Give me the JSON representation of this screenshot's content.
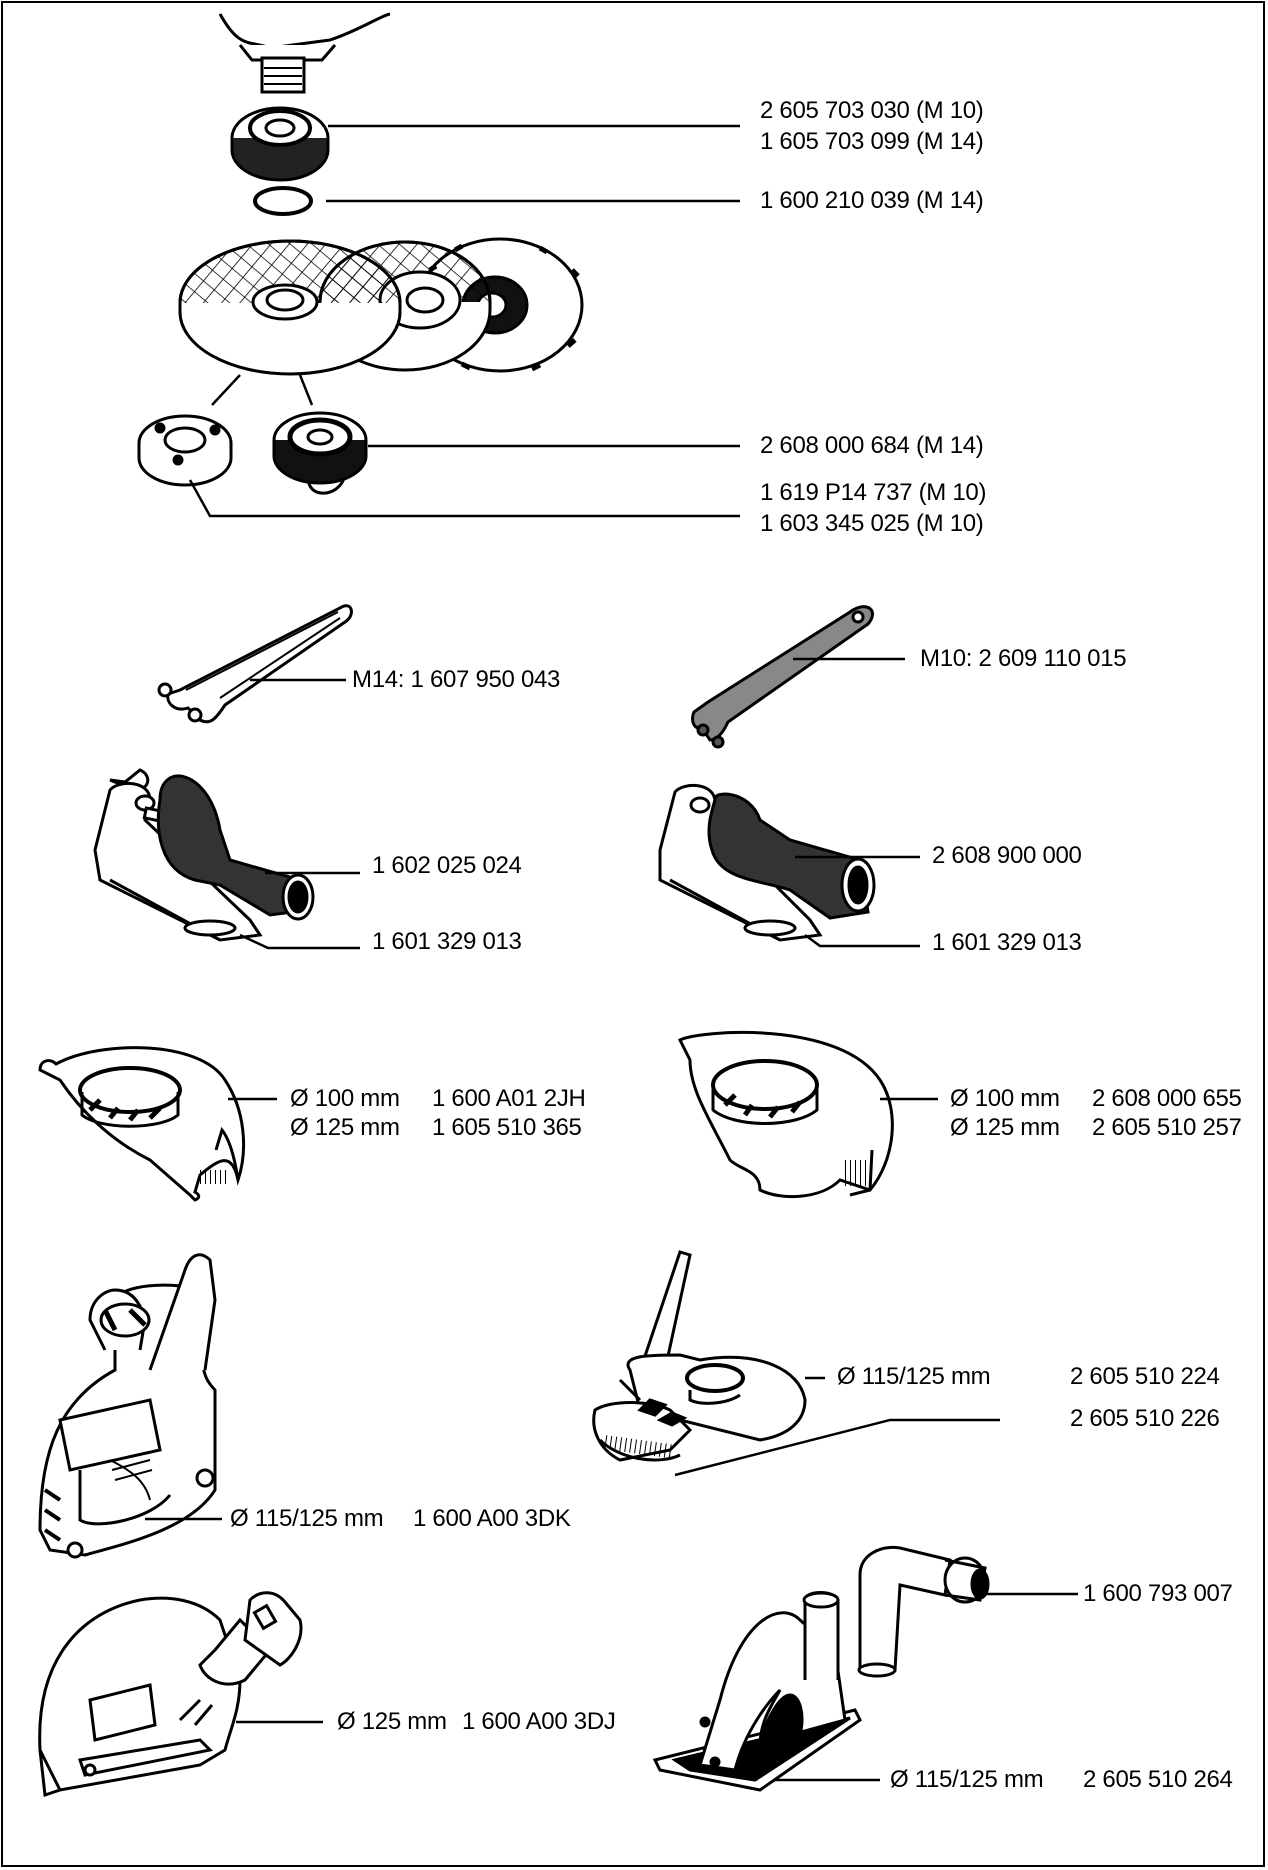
{
  "labels": {
    "flange_m10": "2 605 703 030 (M 10)",
    "flange_m14": "1 605 703 099 (M 14)",
    "oring": "1 600 210 039 (M 14)",
    "clamp_nut": "2 608 000 684 (M 14)",
    "nut_m10_a": "1 619 P14 737 (M 10)",
    "nut_m10_b": "1 603 345 025 (M 10)",
    "spanner_m14": "M14: 1 607 950 043",
    "spanner_m10": "M10: 2 609 110 015",
    "handle_left": "1 602 025 024",
    "bracket_left": "1 601 329 013",
    "handle_right": "2 608 900 000",
    "bracket_right": "1 601 329 013",
    "guard_left_d1": "Ø 100 mm",
    "guard_left_p1": "1 600 A01 2JH",
    "guard_left_d2": "Ø 125 mm",
    "guard_left_p2": "1 605 510 365",
    "guard_right_d1": "Ø 100 mm",
    "guard_right_p1": "2 608 000 655",
    "guard_right_d2": "Ø 125 mm",
    "guard_right_p2": "2 605 510 257",
    "extract_hood_d": "Ø 115/125 mm",
    "extract_hood_p": "1 600 A00 3DK",
    "brush_hood_d": "Ø 115/125 mm",
    "brush_hood_p1": "2 605 510 224",
    "brush_hood_p2": "2 605 510 226",
    "cut_hood_d": "Ø 125 mm",
    "cut_hood_p": "1 600 A00 3DJ",
    "elbow": "1 600 793 007",
    "cut_guide_d": "Ø 115/125 mm",
    "cut_guide_p": "2 605 510 264"
  }
}
